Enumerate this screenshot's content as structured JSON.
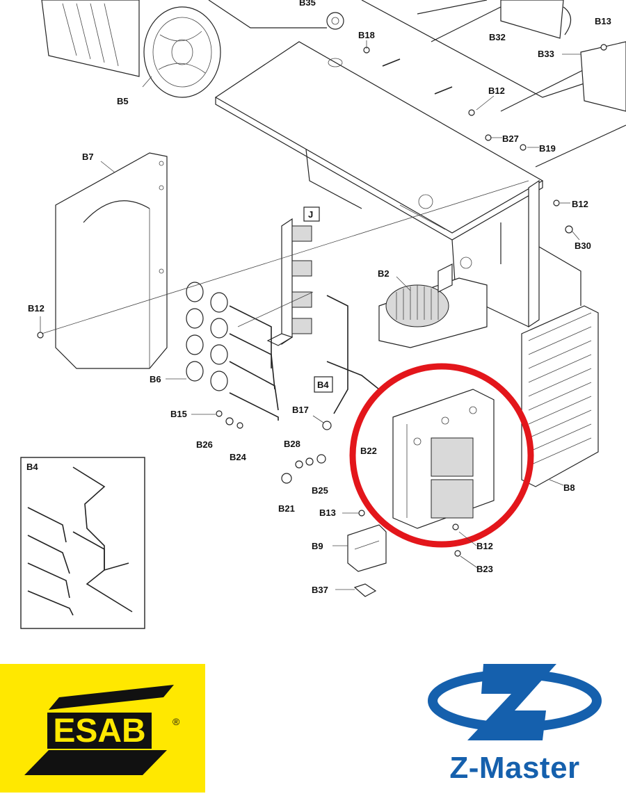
{
  "labels": {
    "B35": "B35",
    "B18": "B18",
    "B32": "B32",
    "B13_top": "B13",
    "B33": "B33",
    "B5": "B5",
    "B12_a": "B12",
    "B27": "B27",
    "B19": "B19",
    "B7": "B7",
    "B12_b": "B12",
    "B30": "B30",
    "J": "J",
    "B2": "B2",
    "B12_left": "B12",
    "B6": "B6",
    "B4_box": "B4",
    "B17": "B17",
    "B15": "B15",
    "B26": "B26",
    "B24": "B24",
    "B28": "B28",
    "B22": "B22",
    "B25": "B25",
    "B21": "B21",
    "B8": "B8",
    "B13_mid": "B13",
    "B12_c": "B12",
    "B9": "B9",
    "B23": "B23",
    "B37": "B37",
    "B4_inset": "B4"
  },
  "highlight": {
    "color": "#e3161b"
  },
  "logos": {
    "esab": {
      "text": "ESAB",
      "registered": "®",
      "background": "#ffe800"
    },
    "zmaster": {
      "text": "Z-Master",
      "color": "#1560ad"
    }
  }
}
